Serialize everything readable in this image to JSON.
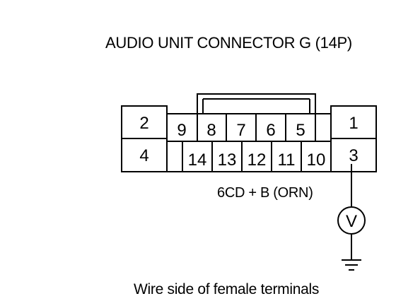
{
  "diagram": {
    "title": "AUDIO UNIT CONNECTOR G (14P)",
    "wire_label": "6CD + B (ORN)",
    "view_note": "Wire side of female terminals",
    "meter_symbol": "V",
    "pins": {
      "p1": "1",
      "p2": "2",
      "p3": "3",
      "p4": "4",
      "p5": "5",
      "p6": "6",
      "p7": "7",
      "p8": "8",
      "p9": "9",
      "p10": "10",
      "p11": "11",
      "p12": "12",
      "p13": "13",
      "p14": "14"
    }
  }
}
